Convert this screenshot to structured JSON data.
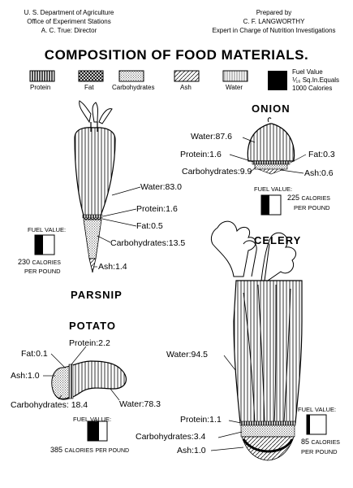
{
  "header": {
    "left": [
      "U. S. Department of Agriculture",
      "Office of Experiment Stations",
      "A. C. True: Director"
    ],
    "right": [
      "Prepared by",
      "C. F. LANGWORTHY",
      "Expert in Charge of Nutrition Investigations"
    ],
    "title": "COMPOSITION OF FOOD MATERIALS."
  },
  "legend": {
    "items": [
      "Protein",
      "Fat",
      "Carbohydrates",
      "Ash",
      "Water"
    ],
    "fuel_note": [
      "Fuel Value",
      "⅟₁₆ Sq.In.Equals",
      "1000 Calories"
    ]
  },
  "fuel_labels": {
    "word1": "FUEL",
    "word2": "VALUE:",
    "unit": "CALORIES",
    "per": "PER POUND"
  },
  "foods": {
    "parsnip": {
      "name": "PARSNIP",
      "water": "Water:83.0",
      "protein": "Protein:1.6",
      "fat": "Fat:0.5",
      "carbs": "Carbohydrates:13.5",
      "ash": "Ash:1.4",
      "fuel": "230"
    },
    "onion": {
      "name": "ONION",
      "water": "Water:87.6",
      "protein": "Protein:1.6",
      "fat": "Fat:0.3",
      "carbs": "Carbohydrates:9.9",
      "ash": "Ash:0.6",
      "fuel": "225"
    },
    "celery": {
      "name": "CELERY",
      "water": "Water:94.5",
      "protein": "Protein:1.1",
      "carbs": "Carbohydrates:3.4",
      "ash": "Ash:1.0",
      "fuel": "85"
    },
    "potato": {
      "name": "POTATO",
      "protein": "Protein:2.2",
      "fat": "Fat:0.1",
      "ash": "Ash:1.0",
      "carbs": "Carbohydrates: 18.4",
      "water": "Water:78.3",
      "fuel": "385"
    }
  }
}
